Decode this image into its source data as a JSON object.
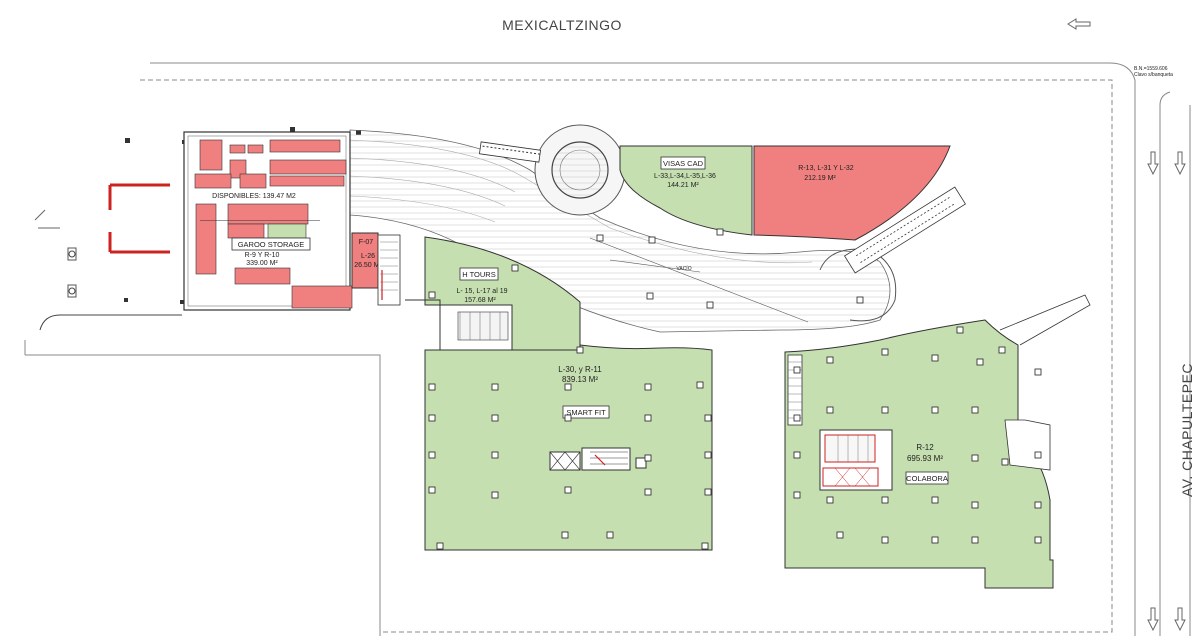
{
  "streets": {
    "north": "MEXICALTZINGO",
    "east": "AV.   CHAPULTEPEC"
  },
  "benchmark": {
    "line1": "B.N.=1559.606",
    "line2": "Clavo s/banqueta"
  },
  "labels": {
    "vacio": "VACÍO"
  },
  "units": [
    {
      "id": "visas-cad",
      "tag": "VISAS CAD",
      "code": "L-33,L-34,L-35,L-36",
      "area": "144.21 M²",
      "status": "occupied"
    },
    {
      "id": "r13",
      "tag": "",
      "code": "R-13, L-31 Y L-32",
      "area": "212.19 M²",
      "status": "available"
    },
    {
      "id": "h-tours",
      "tag": "H TOURS",
      "code": "L- 15, L-17 al 19",
      "area": "157.68 M²",
      "status": "occupied"
    },
    {
      "id": "smart-fit",
      "tag": "SMART FIT",
      "code": "L-30, y R-11",
      "area": "839.13 M²",
      "status": "occupied"
    },
    {
      "id": "colabora",
      "tag": "COLABORA",
      "code": "R-12",
      "area": "695.93 M²",
      "status": "occupied"
    },
    {
      "id": "garoo",
      "tag": "GAROO STORAGE",
      "code": "R-9 Y R-10",
      "area": "339.00 M²",
      "status": "mixed"
    },
    {
      "id": "f07",
      "tag": "F-07",
      "code": "L-26",
      "area": "26.50 M²",
      "status": "available"
    }
  ],
  "disponibles": "DISPONIBLES: 139.47 M2",
  "colors": {
    "occupied": "#c6dfb0",
    "available": "#f07f7f",
    "line": "#333333",
    "circulation": "#f4f4f4"
  },
  "icons": [
    "arrow-left-icon",
    "arrow-down-icon"
  ]
}
